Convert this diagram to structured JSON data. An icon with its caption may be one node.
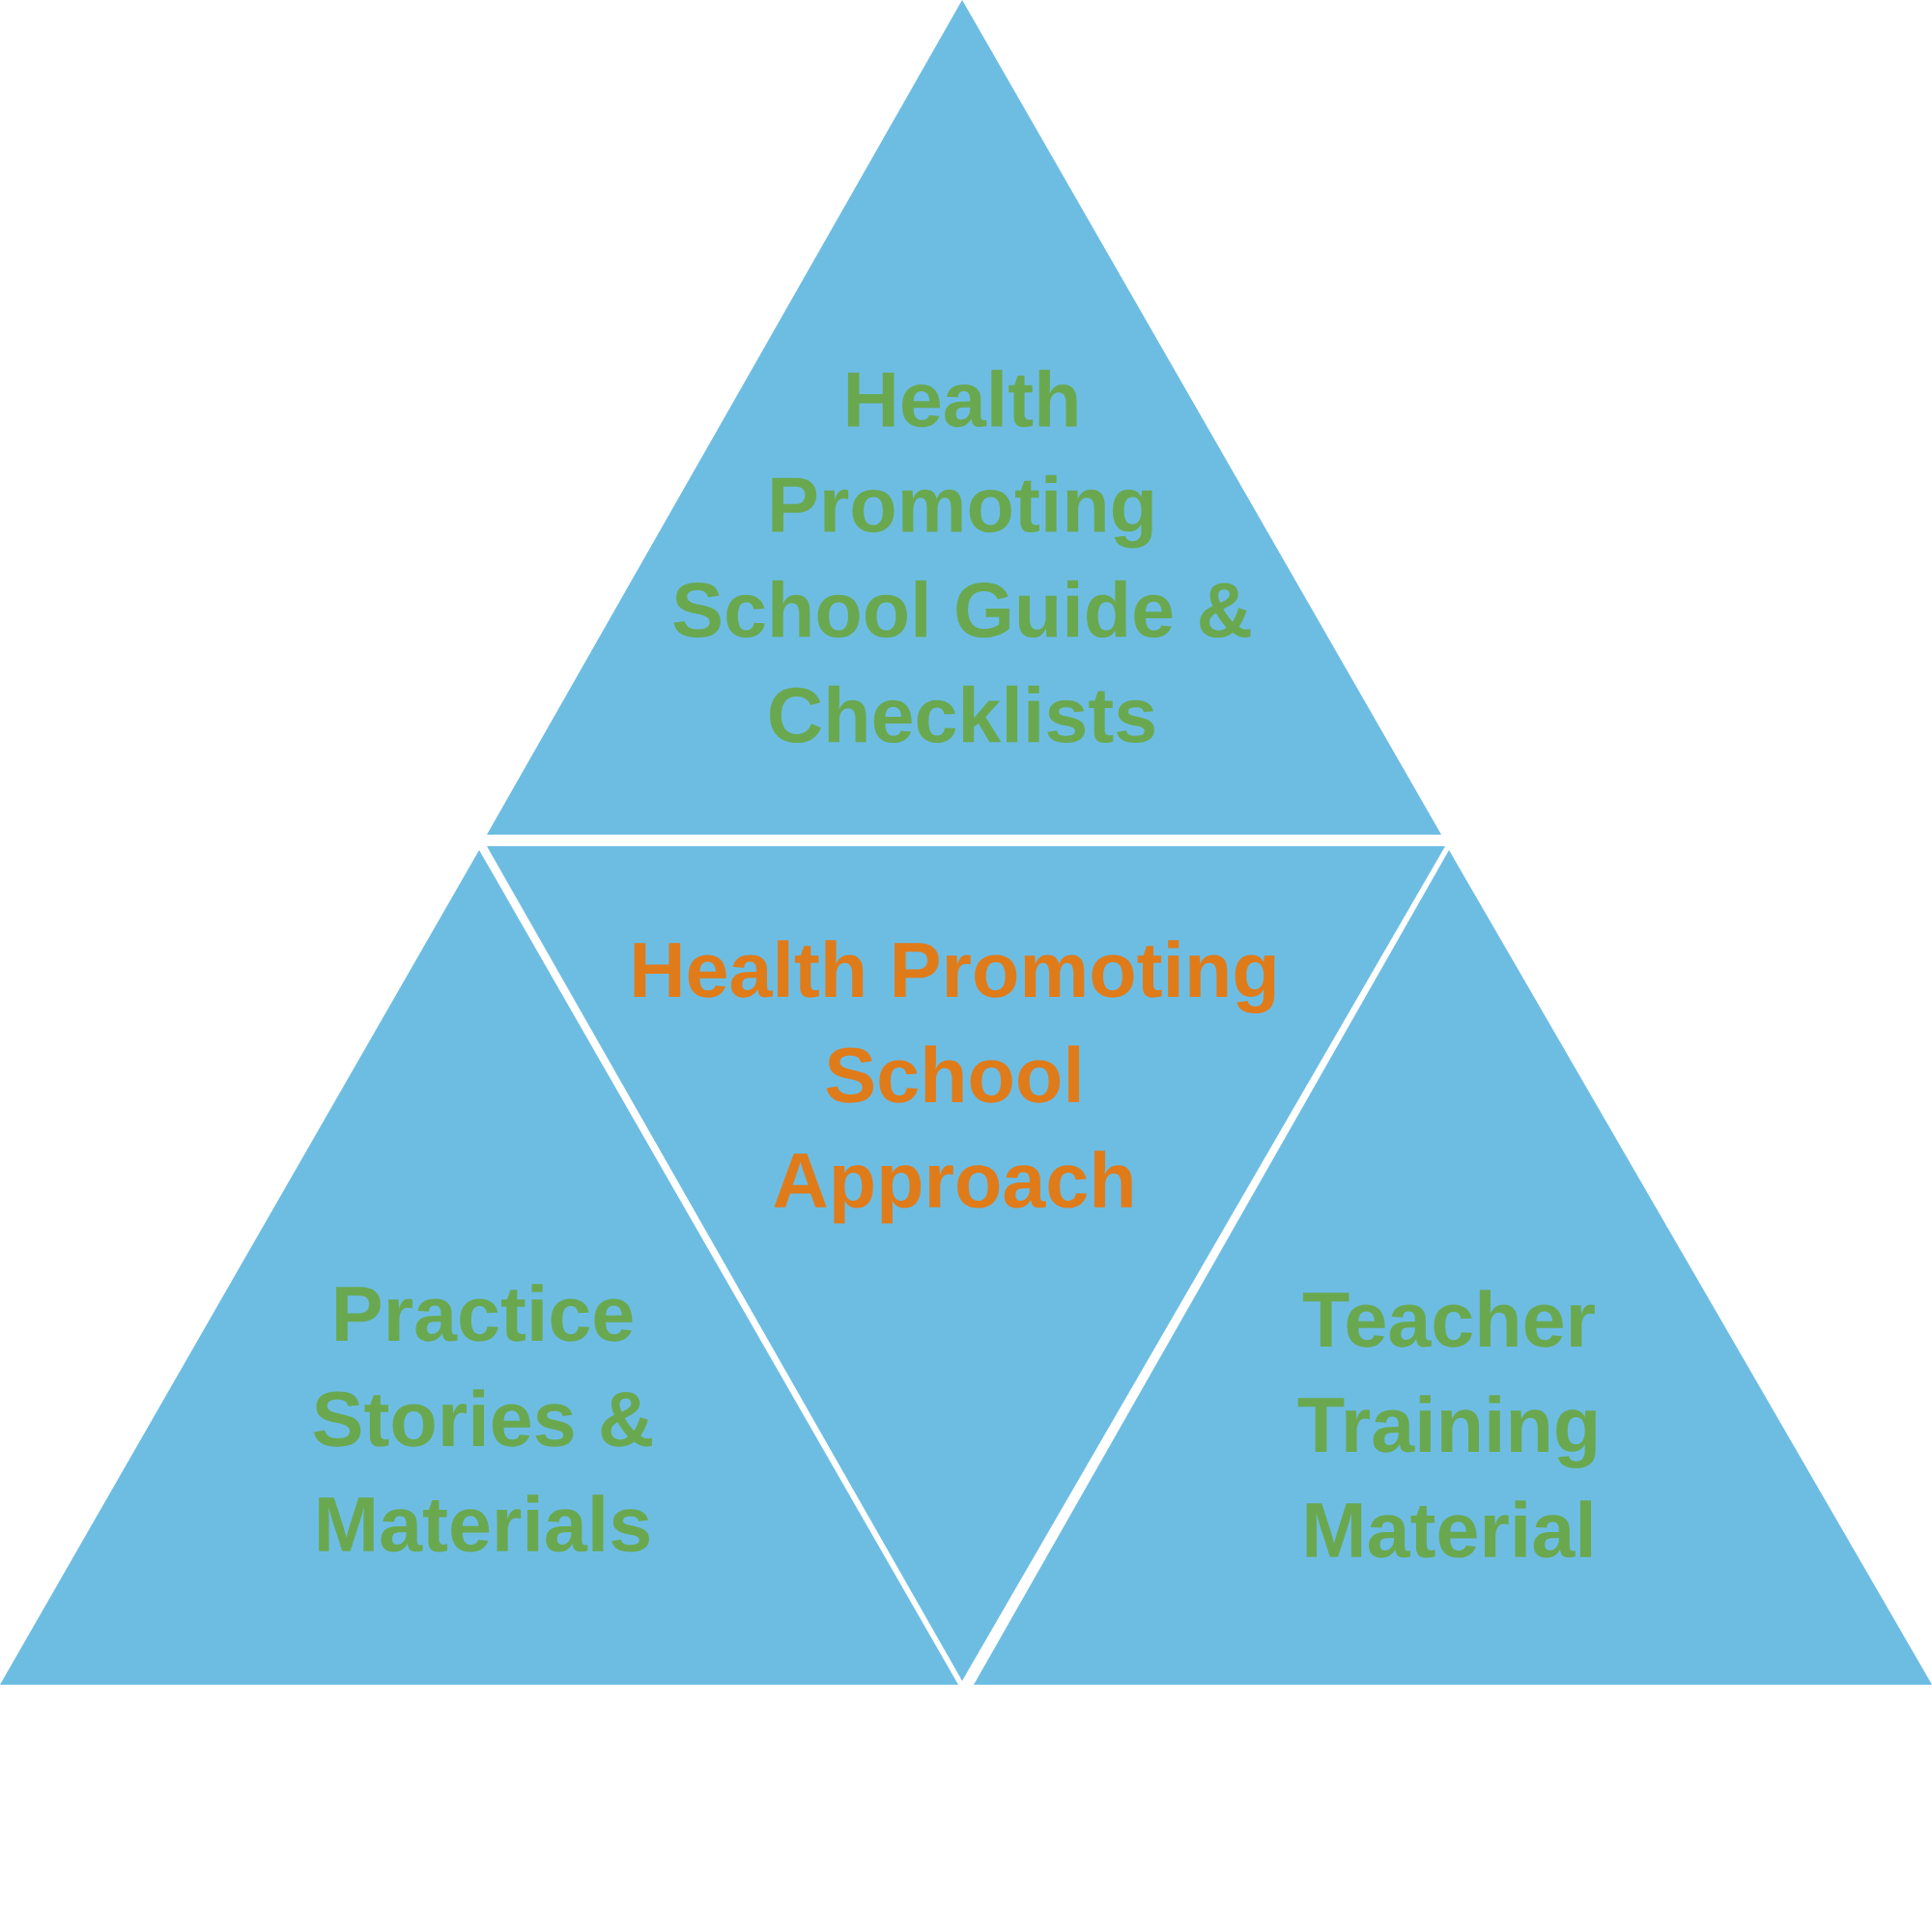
{
  "diagram": {
    "nodes": [
      {
        "text": [
          "Health Promoting School Guide & Checklists"
        ]
      },
      {
        "text": [
          "Health Promoting School Approach"
        ]
      },
      {
        "text": [
          "Practice Stories & Materials"
        ]
      },
      {
        "text": [
          "Teacher Training Material"
        ]
      }
    ]
  }
}
